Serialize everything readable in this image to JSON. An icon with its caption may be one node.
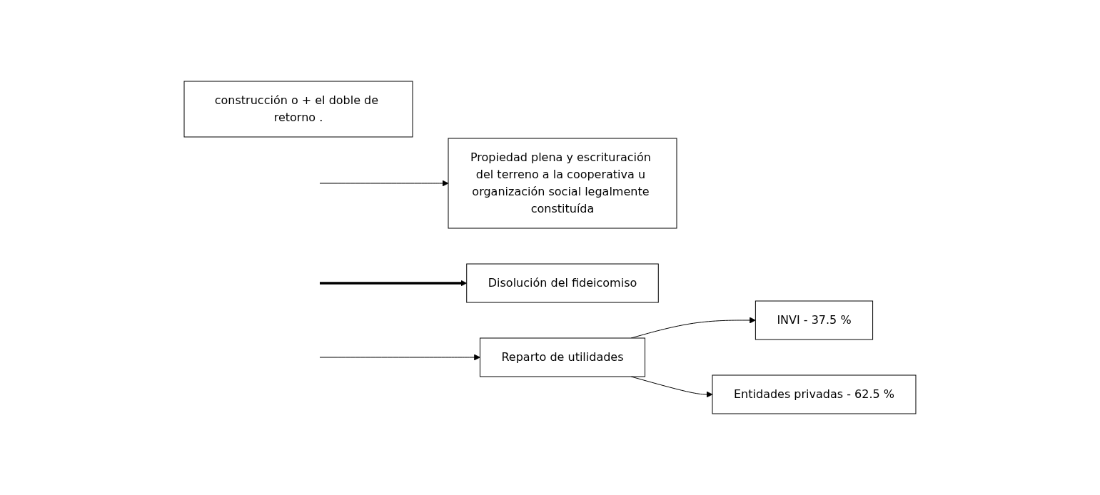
{
  "diagram": {
    "nodes": [
      {
        "text": [
          "construcción o + el doble de retorno ."
        ]
      },
      {
        "text": [
          "Propiedad plena y escrituración del terreno a la cooperativa u organización social legalmente constituída"
        ]
      },
      {
        "text": [
          "Disolución del fideicomiso"
        ]
      },
      {
        "text": [
          "Reparto de utilidades"
        ]
      },
      {
        "text": [
          "INVI - 37.5 %"
        ]
      },
      {
        "text": [
          "Entidades privadas - 62.5 %"
        ]
      }
    ],
    "edges": [
      {
        "from": null,
        "to": 1,
        "arrow": "to"
      },
      {
        "from": null,
        "to": 3,
        "arrow": "to"
      },
      {
        "from": null,
        "to": 2,
        "arrow": "to",
        "style": "thick"
      },
      {
        "from": 3,
        "to": 4,
        "arrow": "to"
      },
      {
        "from": 3,
        "to": 5,
        "arrow": "to"
      }
    ]
  }
}
